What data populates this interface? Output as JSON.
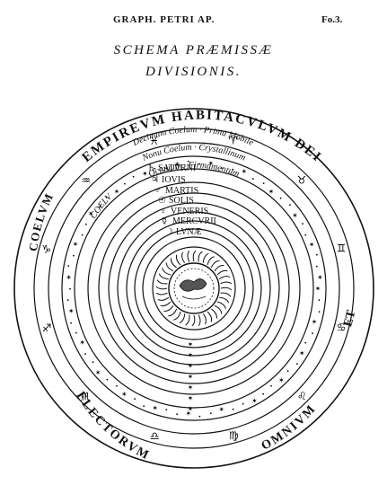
{
  "header": {
    "running_head": "GRAPH. PETRI AP.",
    "folio": "Fo.3."
  },
  "title": {
    "line1": "SCHEMA PRÆMISSÆ",
    "line2": "DIVISIONIS."
  },
  "outer_band": {
    "top": "EMPIREVM HABITACVLVM DEI",
    "left": "COELVM",
    "right": "ET",
    "bottom_left": "ELECTORVM",
    "bottom_right": "OMNIVM"
  },
  "spheres": {
    "primum_mobile": "Decimum Coelum · Primu Mobile",
    "crystallinum": "Nonu Coelum · Crystallinum",
    "firmamentum": "Octauum · Firmamentum",
    "saturn": "SATVRNI",
    "jupiter": "IOVIS",
    "mars": "MARTIS",
    "sun": "SOLIS",
    "venus": "VENERIS",
    "mercury": "MERCVRII",
    "moon": "LVNÆ"
  },
  "coelum_label": "COELV",
  "zodiac_signs": [
    "♈",
    "♉",
    "♊",
    "♋",
    "♌",
    "♍",
    "♎",
    "♏",
    "♐",
    "♑",
    "♒",
    "♓"
  ],
  "planet_symbols": {
    "saturn": "♄",
    "jupiter": "♃",
    "mars": "♂",
    "sun": "☉",
    "venus": "♀",
    "mercury": "☿",
    "moon": "☽"
  },
  "colors": {
    "ink": "#111111",
    "paper": "#ffffff"
  }
}
